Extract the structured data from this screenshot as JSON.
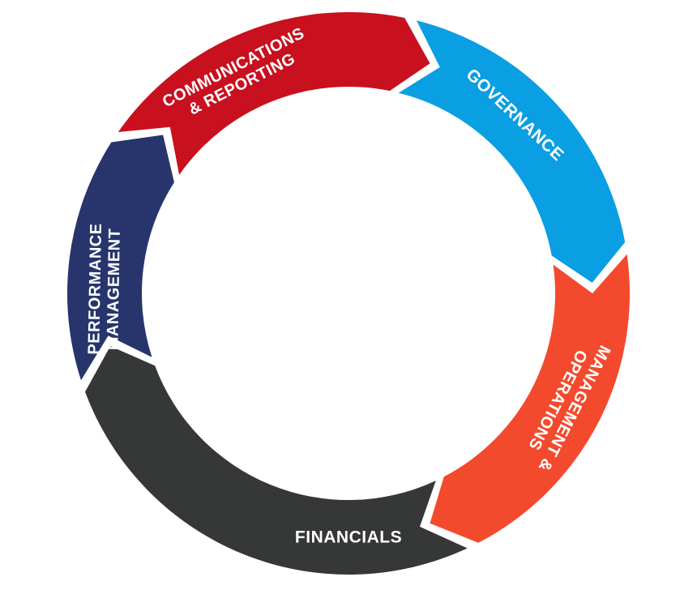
{
  "segments": [
    {
      "id": "governance",
      "lines": [
        "GOVERNANCE"
      ],
      "color": "#0a9ee2"
    },
    {
      "id": "management-operations",
      "lines": [
        "MANAGEMENT &",
        "OPERATIONS"
      ],
      "color": "#f34a2e"
    },
    {
      "id": "financials",
      "lines": [
        "FINANCIALS"
      ],
      "color": "#353836"
    },
    {
      "id": "performance-management",
      "lines": [
        "PERFORMANCE",
        "MANAGEMENT"
      ],
      "color": "#27356c"
    },
    {
      "id": "communications-reporting",
      "lines": [
        "COMMUNICATIONS",
        "& REPORTING"
      ],
      "color": "#c8101f"
    }
  ]
}
